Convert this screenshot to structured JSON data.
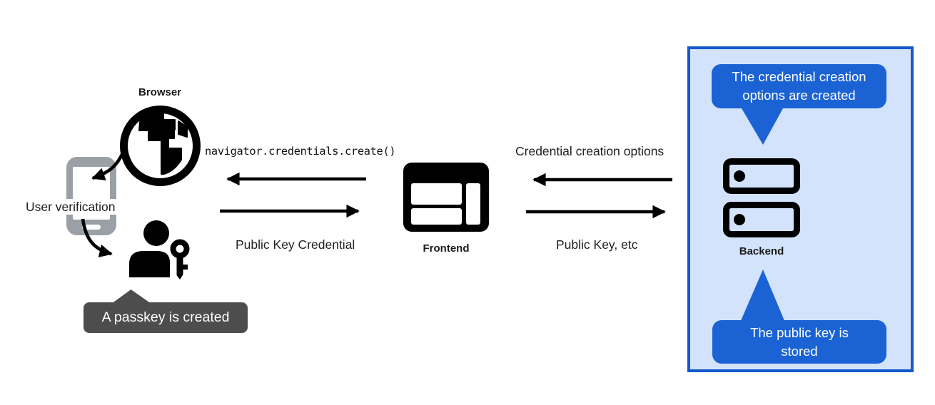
{
  "diagram": {
    "nodes": {
      "browser": {
        "label": "Browser",
        "icon": "globe-icon"
      },
      "frontend": {
        "label": "Frontend",
        "icon": "browser-window-icon"
      },
      "backend": {
        "label": "Backend",
        "icon": "server-icon"
      },
      "authenticator": {
        "label": "User verification",
        "device_icon": "smartphone-icon",
        "user_icon": "person-key-icon"
      }
    },
    "messages": {
      "create_call": "navigator.credentials.create()",
      "public_key_credential": "Public Key Credential",
      "credential_creation_options": "Credential creation options",
      "public_key_etc": "Public Key, etc"
    },
    "callouts": {
      "passkey_created": {
        "text": "A passkey is created",
        "background": "#4d4d4d",
        "text_color": "#ffffff"
      },
      "options_created": {
        "text": "The credential creation options are created",
        "background": "#1b63d4",
        "text_color": "#ffffff"
      },
      "public_key_stored": {
        "text": "The public key is stored",
        "background": "#1b63d4",
        "text_color": "#ffffff"
      }
    },
    "backend_panel": {
      "background": "#d3e3fc",
      "border_color": "#1359cc"
    },
    "colors": {
      "icon_black": "#000000",
      "phone_gray": "#9aa0a6",
      "arrow_black": "#000000",
      "label_text": "#202124"
    }
  }
}
